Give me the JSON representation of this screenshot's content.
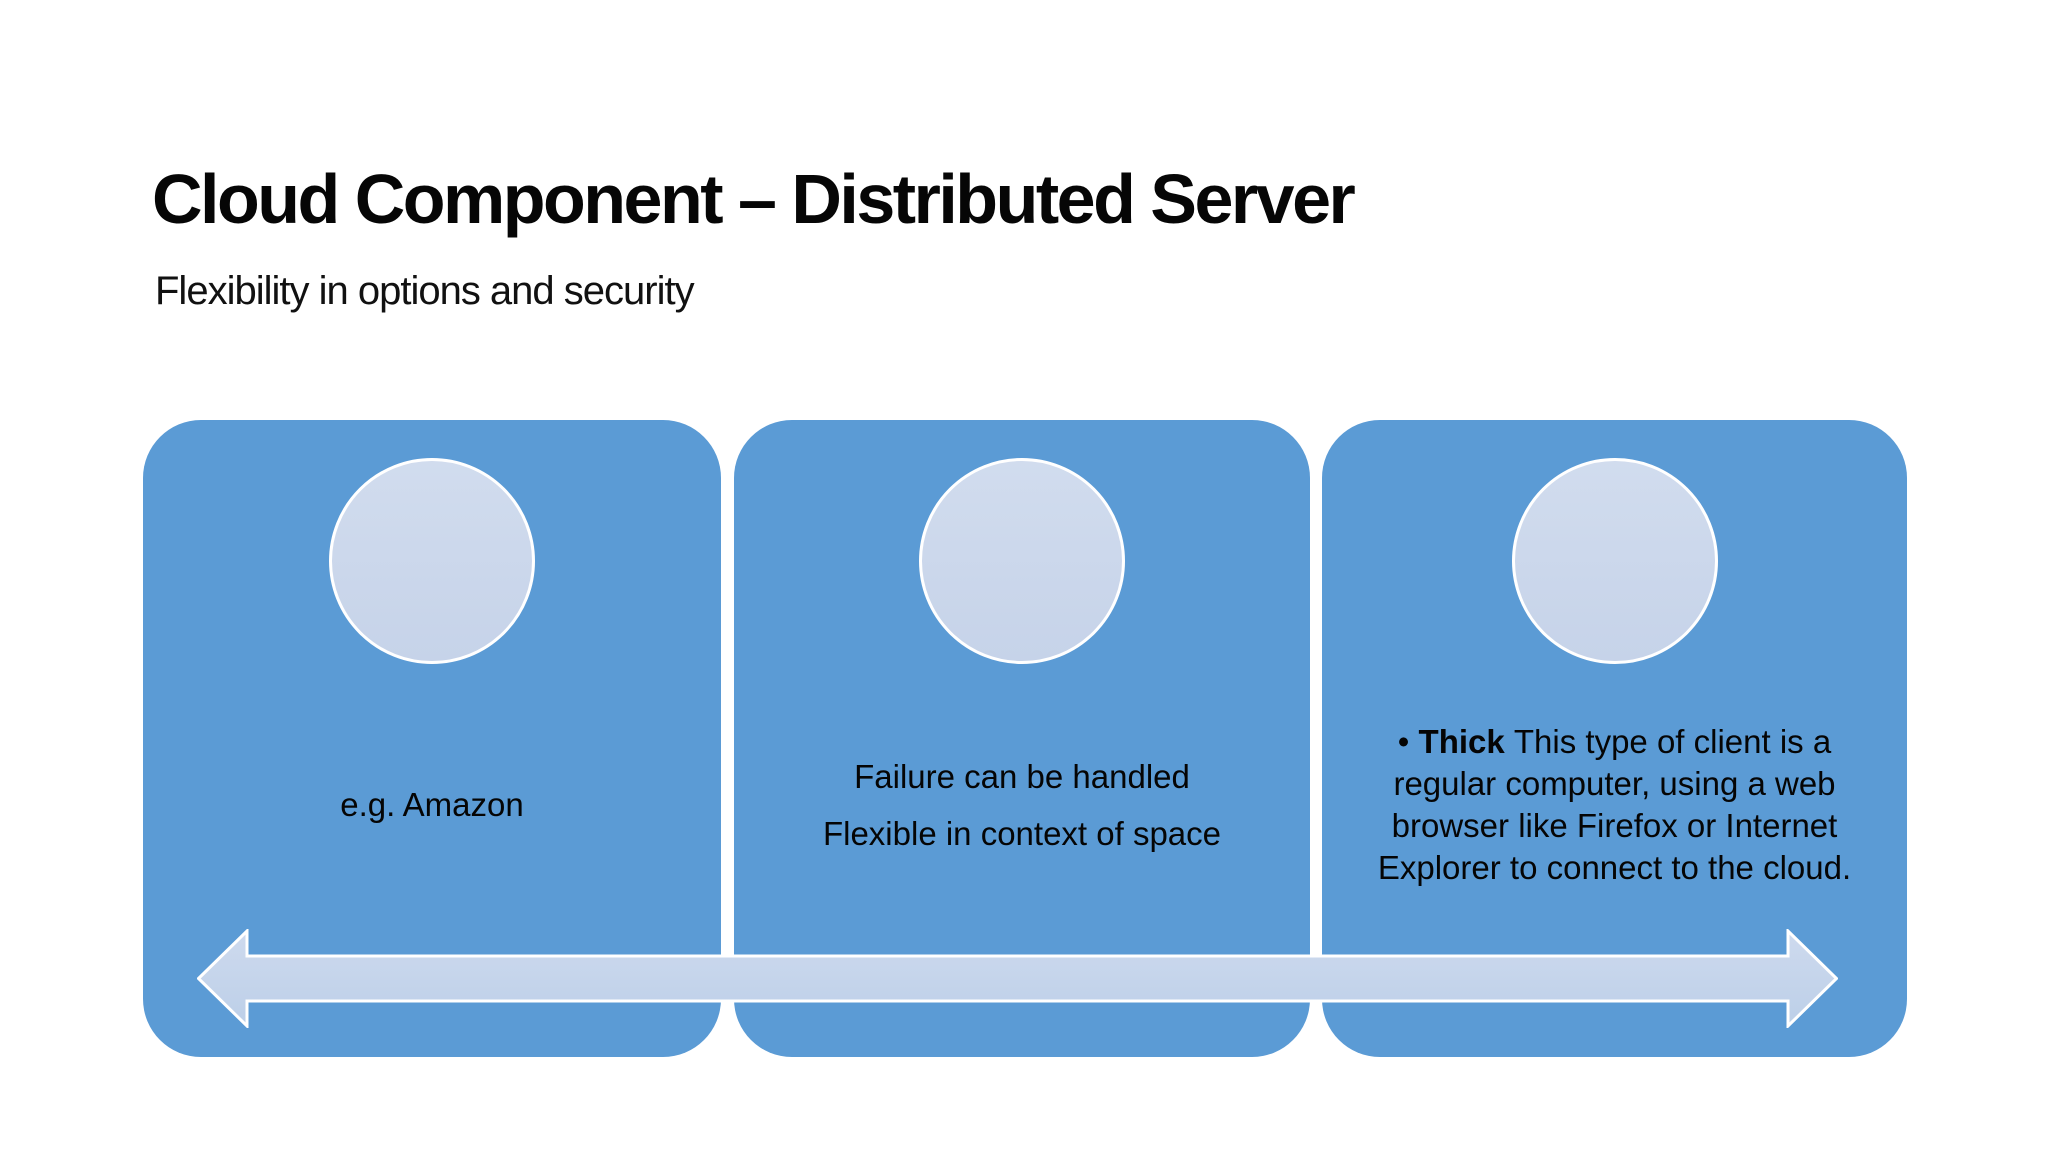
{
  "slide": {
    "title": "Cloud Component – Distributed Server",
    "subtitle": "Flexibility in options and security"
  },
  "boxes": {
    "server": {
      "label": "e.g. Amazon"
    },
    "space": {
      "line1": "Failure can be handled",
      "line2": "Flexible in context of space"
    },
    "client": {
      "line1_bullet": "• ",
      "line1_bold": "Thick ",
      "line1_rest": "This type of client is a",
      "line2": "regular computer, using a web",
      "line3": "browser like Firefox or Internet",
      "line4": "Explorer to connect to the cloud."
    }
  },
  "icons": {
    "picture_placeholder": "circle"
  },
  "colors": {
    "background": "#FFFFFF",
    "box_fill": "#5B9BD5",
    "circle_fill": "#CBD7EC",
    "arrow_fill": "#C6D4EB",
    "outline": "#FFFFFF",
    "text": "#000000"
  }
}
